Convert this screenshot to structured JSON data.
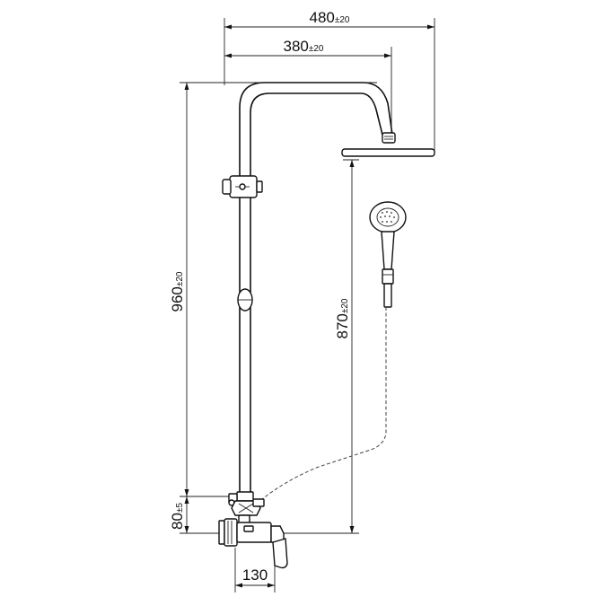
{
  "dimensions": {
    "overall_width": {
      "value": "480",
      "tolerance": "±20"
    },
    "arm_reach": {
      "value": "380",
      "tolerance": "±20"
    },
    "total_height": {
      "value": "960",
      "tolerance": "±20"
    },
    "hand_shower_height": {
      "value": "870",
      "tolerance": "±20"
    },
    "outlet_offset": {
      "value": "80",
      "tolerance": "±5"
    },
    "mixer_width": {
      "value": "130"
    }
  }
}
